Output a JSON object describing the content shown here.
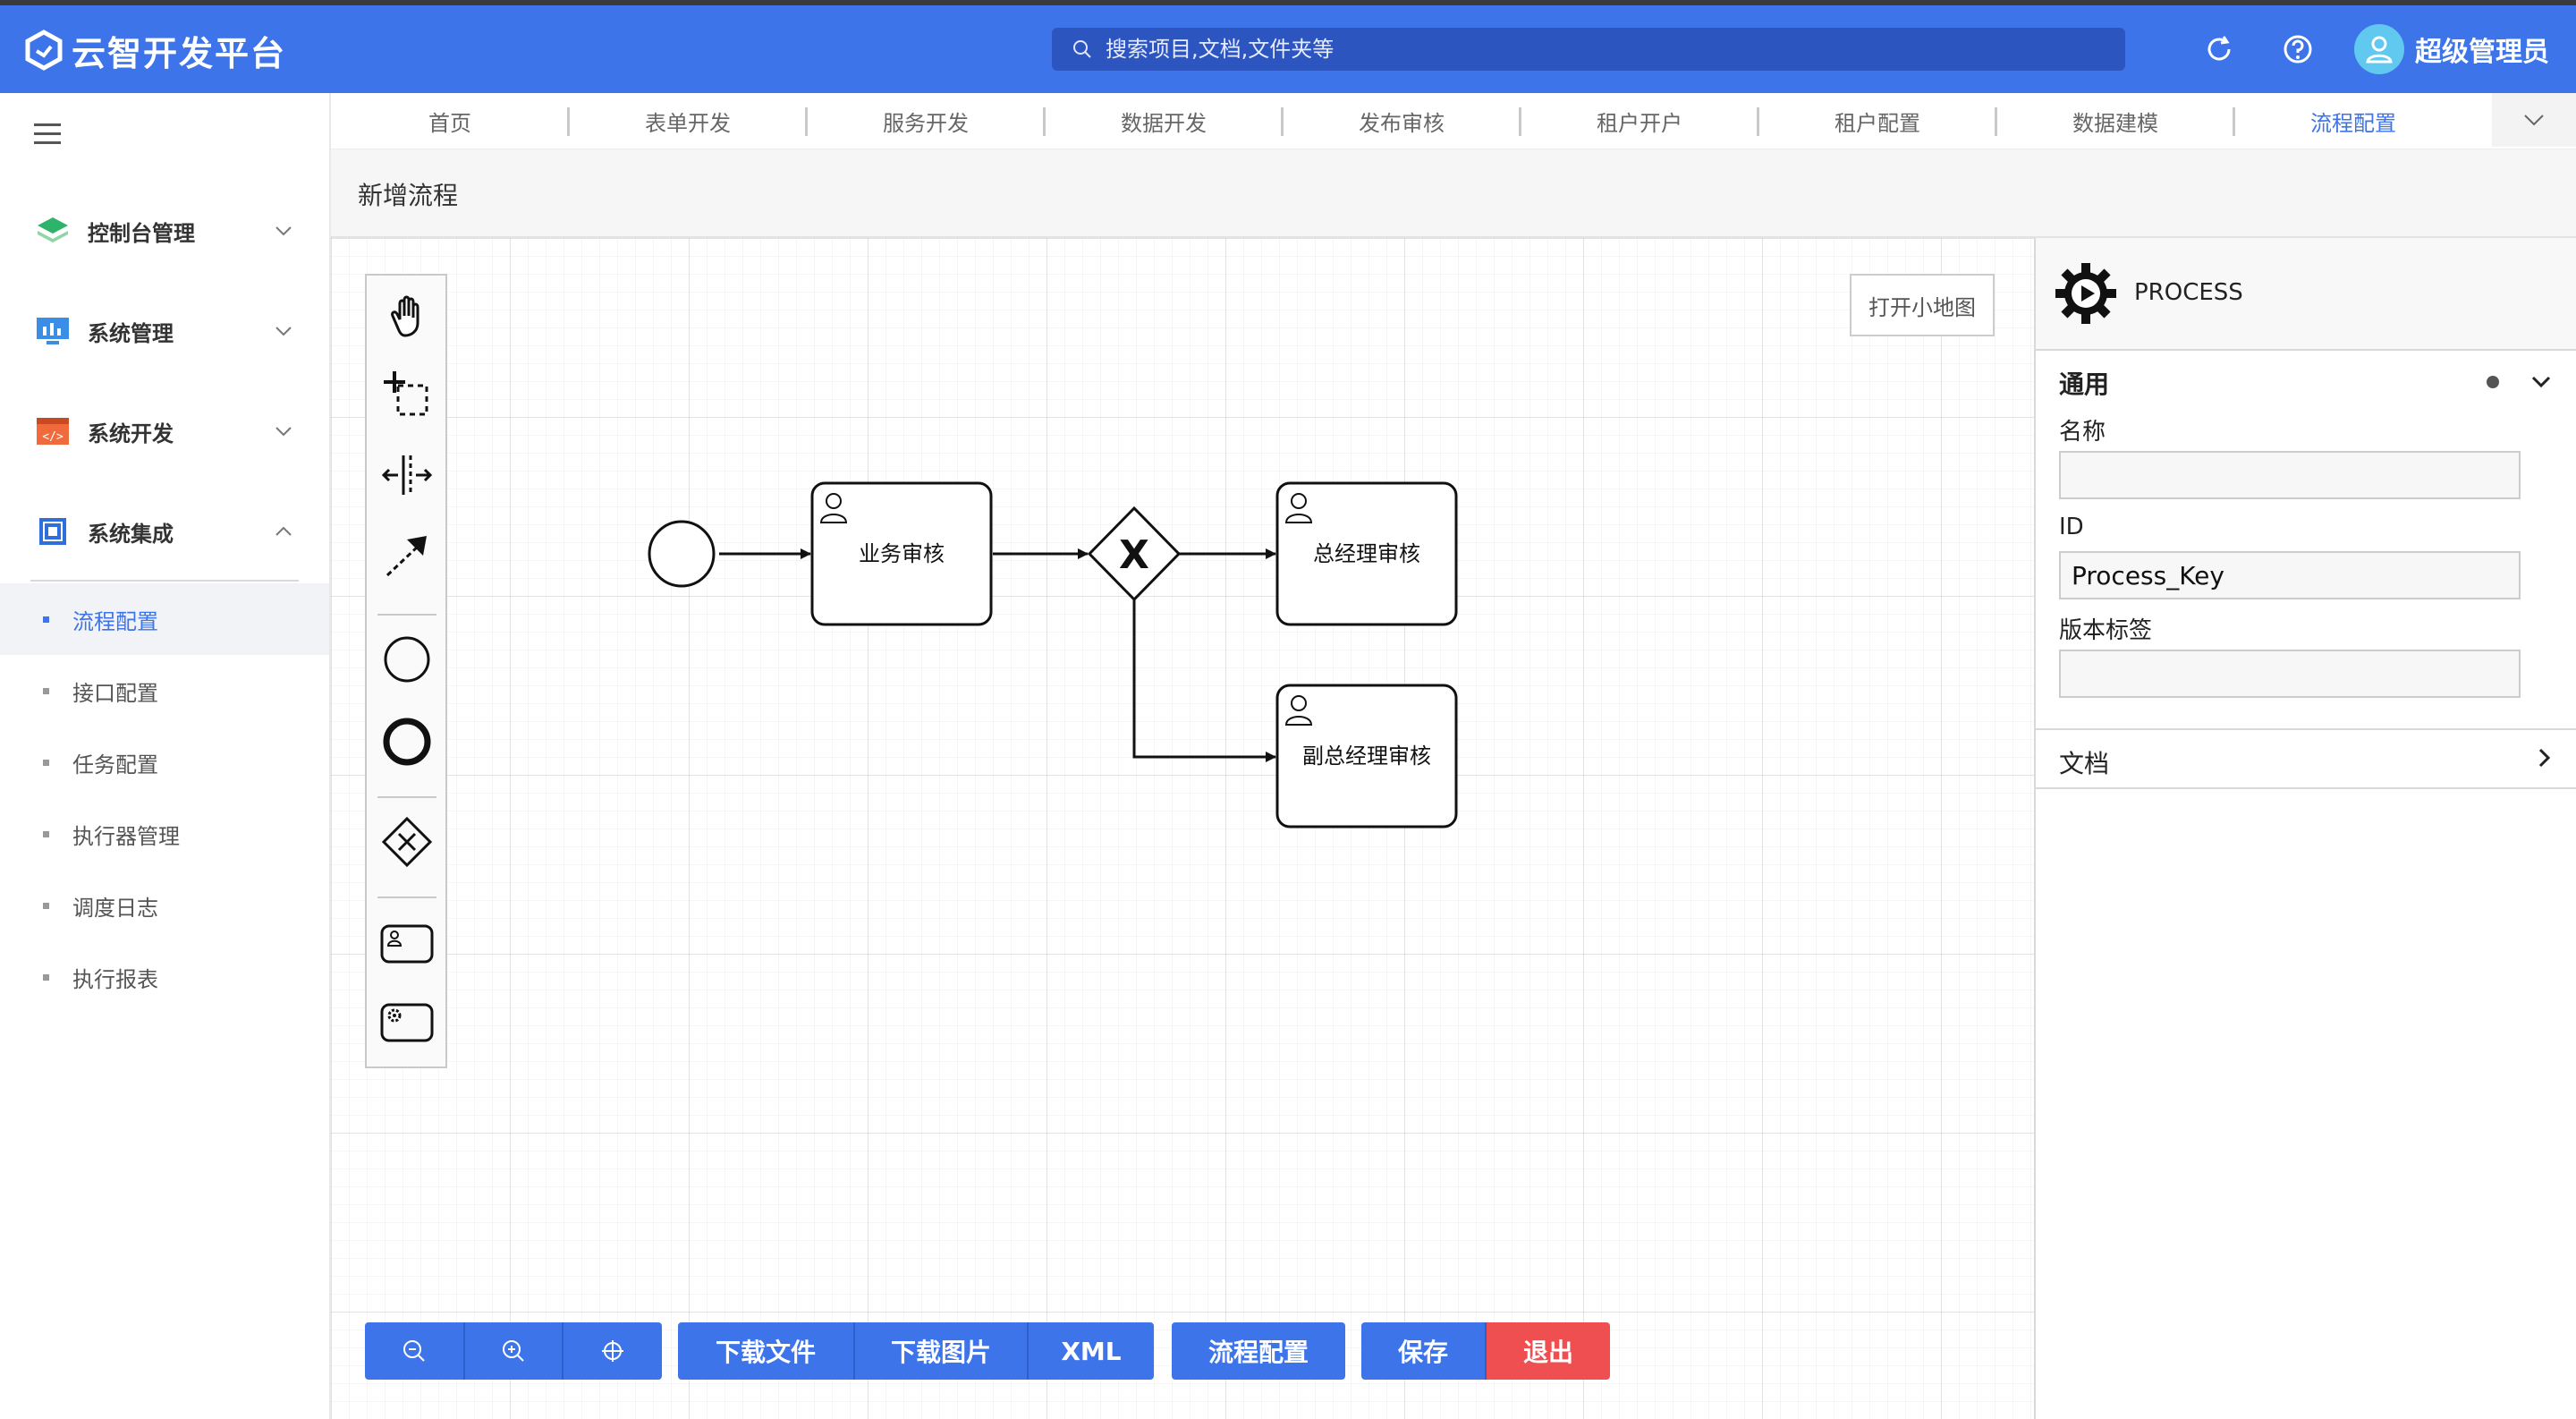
{
  "app": {
    "title": "云智开发平台"
  },
  "header": {
    "search_placeholder": "搜索项目,文档,文件夹等",
    "refresh_icon": "refresh-icon",
    "help_icon": "help-icon",
    "user_name": "超级管理员",
    "accent": "#3d74e9"
  },
  "sidebar": {
    "menus": [
      {
        "label": "控制台管理",
        "icon": "layers-icon"
      },
      {
        "label": "系统管理",
        "icon": "monitor-chart-icon"
      },
      {
        "label": "系统开发",
        "icon": "code-window-icon"
      },
      {
        "label": "系统集成",
        "icon": "chip-icon"
      }
    ],
    "submenu": [
      {
        "label": "流程配置",
        "active": true
      },
      {
        "label": "接口配置"
      },
      {
        "label": "任务配置"
      },
      {
        "label": "执行器管理"
      },
      {
        "label": "调度日志"
      },
      {
        "label": "执行报表"
      }
    ]
  },
  "tabs": [
    {
      "label": "首页"
    },
    {
      "label": "表单开发"
    },
    {
      "label": "服务开发"
    },
    {
      "label": "数据开发"
    },
    {
      "label": "发布审核"
    },
    {
      "label": "租户开户"
    },
    {
      "label": "租户配置"
    },
    {
      "label": "数据建模"
    },
    {
      "label": "流程配置",
      "active": true
    }
  ],
  "page": {
    "title": "新增流程"
  },
  "canvas": {
    "minimap_label": "打开小地图",
    "nodes": {
      "task1": "业务审核",
      "task2": "总经理审核",
      "task3": "副总经理审核",
      "gateway_mark": "X"
    },
    "toolbar": {
      "group1": [
        "zoom-out-icon",
        "zoom-in-icon",
        "fit-view-icon"
      ],
      "download_file": "下载文件",
      "download_image": "下载图片",
      "xml": "XML",
      "process_config": "流程配置",
      "save": "保存",
      "exit": "退出",
      "exit_color": "#ef4f50"
    }
  },
  "properties": {
    "element_type": "PROCESS",
    "general_title": "通用",
    "name_label": "名称",
    "name_value": "",
    "id_label": "ID",
    "id_value": "Process_Key",
    "version_label": "版本标签",
    "version_value": "",
    "doc_title": "文档"
  }
}
